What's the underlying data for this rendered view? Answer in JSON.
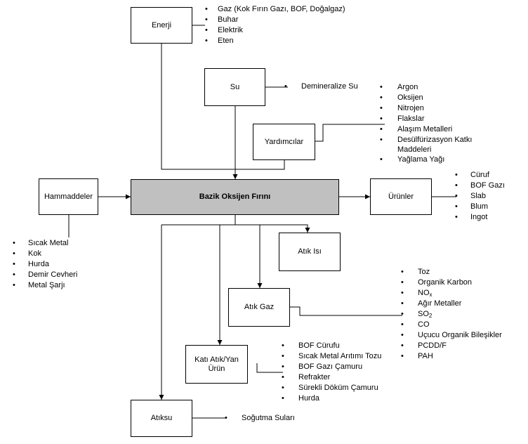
{
  "boxes": {
    "energy": "Enerji",
    "water": "Su",
    "auxiliaries": "Yardımcılar",
    "raw_materials": "Hammaddeler",
    "furnace": "Bazik Oksijen Fırını",
    "products": "Ürünler",
    "waste_heat": "Atık Isı",
    "waste_gas": "Atık Gaz",
    "solid_waste": "Katı Atık/Yan Ürün",
    "waste_water": "Atıksu"
  },
  "lists": {
    "energy": [
      "Gaz (Kok Fırın Gazı, BOF, Doğalgaz)",
      "Buhar",
      "Elektrik",
      "Eten"
    ],
    "water": [
      "Demineralize Su"
    ],
    "auxiliaries": [
      "Argon",
      "Oksijen",
      "Nitrojen",
      "Flakslar",
      "Alaşım Metalleri",
      "Desülfürizasyon Katkı Maddeleri",
      "Yağlama Yağı"
    ],
    "raw_materials": [
      "Sıcak Metal",
      "Kok",
      "Hurda",
      "Demir Cevheri",
      "Metal Şarjı"
    ],
    "products": [
      "Cüruf",
      "BOF Gazı",
      "Slab",
      "Blum",
      "Ingot"
    ],
    "waste_gas": {
      "items_before_nox": [
        "Toz",
        "Organik Karbon"
      ],
      "nox_base": "NO",
      "nox_sub": "x",
      "metals": "Ağır Metaller",
      "so2_base": "SO",
      "so2_sub": "2",
      "items_after_so2": [
        "CO",
        "Uçucu Organik Bileşikler",
        "PCDD/F",
        "PAH"
      ]
    },
    "solid_waste": [
      "BOF Cürufu",
      "Sıcak Metal Arıtımı Tozu",
      "BOF Gazı Çamuru",
      "Refrakter",
      "Sürekli Döküm Çamuru",
      "Hurda"
    ],
    "waste_water": [
      "Soğutma Suları"
    ]
  }
}
